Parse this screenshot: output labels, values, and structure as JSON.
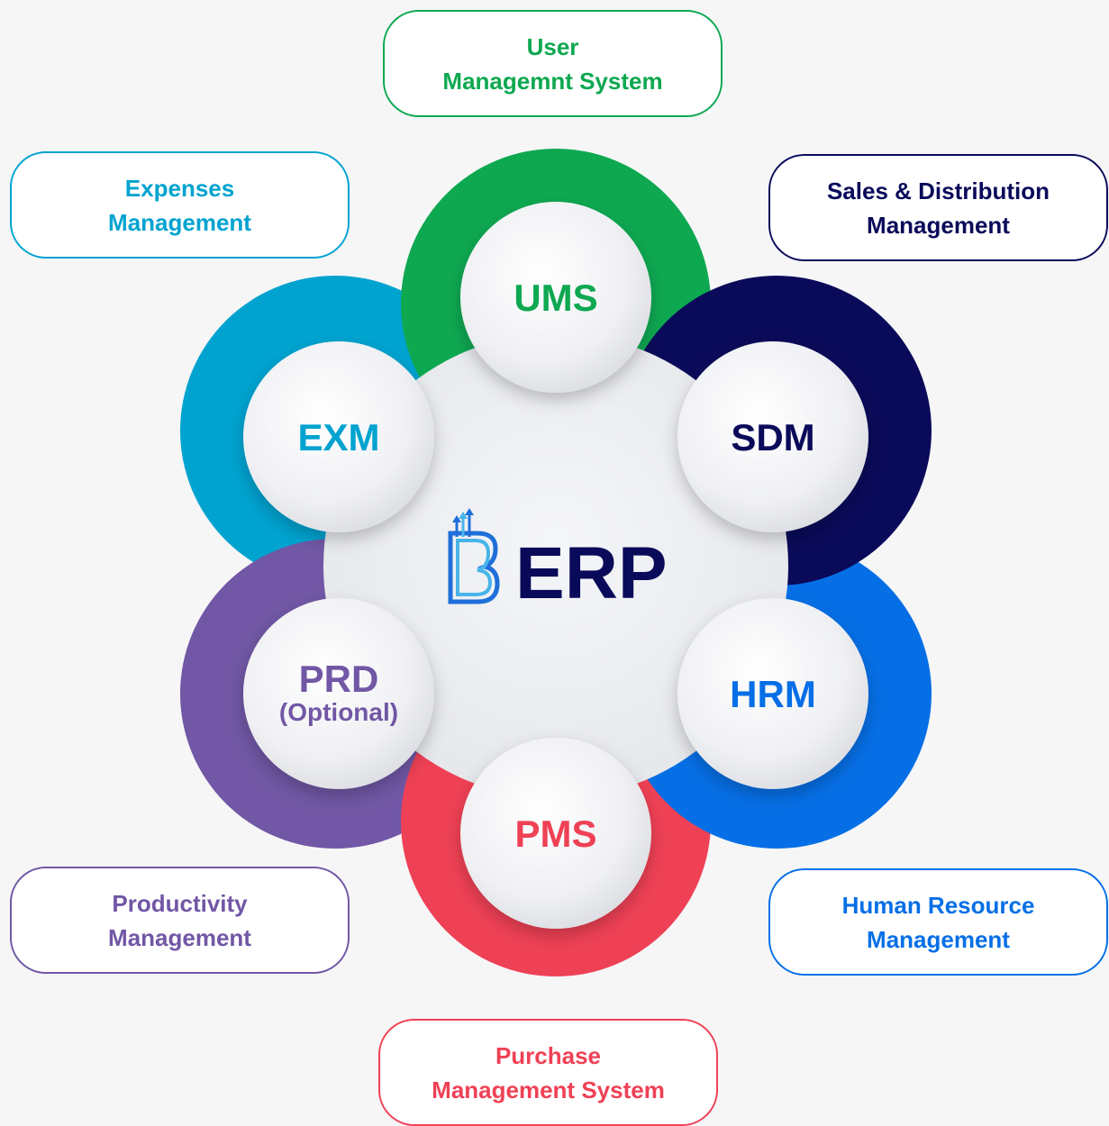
{
  "center": {
    "brand_text": "ERP"
  },
  "modules": [
    {
      "id": "ums",
      "abbr": "UMS",
      "sub": "",
      "title_lines": [
        "User",
        "Managemnt System"
      ],
      "color": "#0ea851"
    },
    {
      "id": "sdm",
      "abbr": "SDM",
      "sub": "",
      "title_lines": [
        "Sales & Distribution",
        "Management"
      ],
      "color": "#0a0a5a"
    },
    {
      "id": "hrm",
      "abbr": "HRM",
      "sub": "",
      "title_lines": [
        "Human Resource",
        "Management"
      ],
      "color": "#066fe6"
    },
    {
      "id": "pms",
      "abbr": "PMS",
      "sub": "",
      "title_lines": [
        "Purchase",
        "Management System"
      ],
      "color": "#ef4155"
    },
    {
      "id": "prd",
      "abbr": "PRD",
      "sub": "(Optional)",
      "title_lines": [
        "Productivity",
        "Management"
      ],
      "color": "#7157a5"
    },
    {
      "id": "exm",
      "abbr": "EXM",
      "sub": "",
      "title_lines": [
        "Expenses",
        "Management"
      ],
      "color": "#00a3d0"
    }
  ],
  "colors": {
    "center_fill": "#eceef1",
    "node_fill": "#f1f2f4",
    "brand_text": "#0a0a5a",
    "logo_blue": "#1e6fd9",
    "logo_light": "#48b5ea"
  }
}
